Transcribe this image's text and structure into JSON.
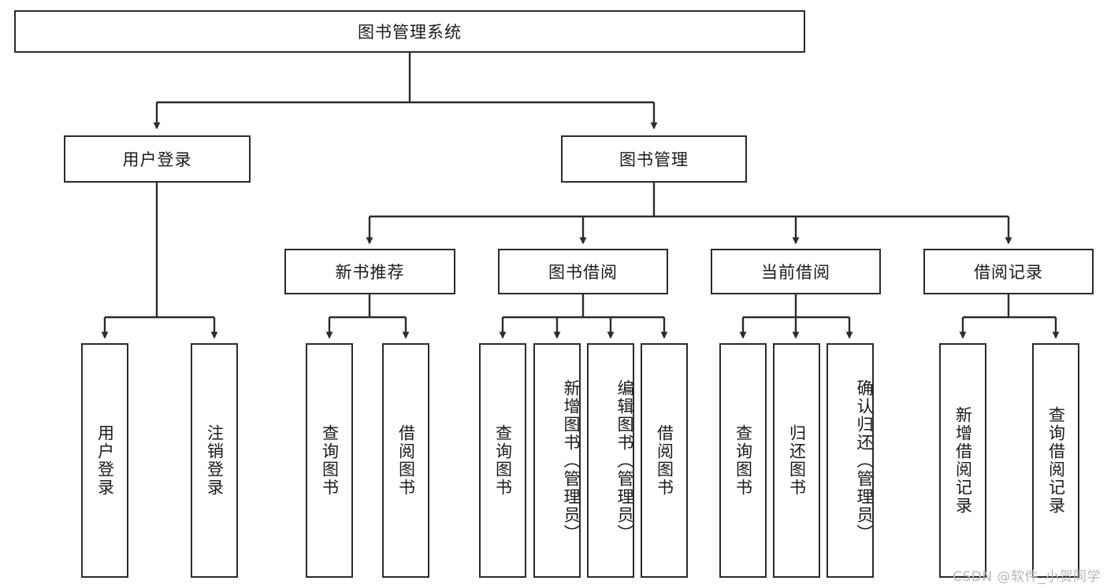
{
  "diagram": {
    "title": "图书管理系统",
    "type": "tree-hierarchy-diagram",
    "colors": {
      "stroke": "#2b2b2b",
      "fill": "#ffffff",
      "text": "#1a1a1a",
      "watermark": "#b8b8b8"
    },
    "root": {
      "label": "图书管理系统"
    },
    "level2": [
      {
        "label": "用户登录"
      },
      {
        "label": "图书管理"
      }
    ],
    "level3": [
      {
        "label": "新书推荐"
      },
      {
        "label": "图书借阅"
      },
      {
        "label": "当前借阅"
      },
      {
        "label": "借阅记录"
      }
    ],
    "leaves": {
      "user_login": [
        {
          "label": "用户登录"
        },
        {
          "label": "注销登录"
        }
      ],
      "new_book_recommend": [
        {
          "label": "查询图书"
        },
        {
          "label": "借阅图书"
        }
      ],
      "book_borrow": [
        {
          "label": "查询图书"
        },
        {
          "label": "新增图书（管理员）"
        },
        {
          "label": "编辑图书（管理员）"
        },
        {
          "label": "借阅图书"
        }
      ],
      "current_borrow": [
        {
          "label": "查询图书"
        },
        {
          "label": "归还图书"
        },
        {
          "label": "确认归还（管理员）"
        }
      ],
      "borrow_record": [
        {
          "label": "新增借阅记录"
        },
        {
          "label": "查询借阅记录"
        }
      ]
    }
  },
  "watermark": {
    "text": "CSDN @软件_小贺同学"
  }
}
